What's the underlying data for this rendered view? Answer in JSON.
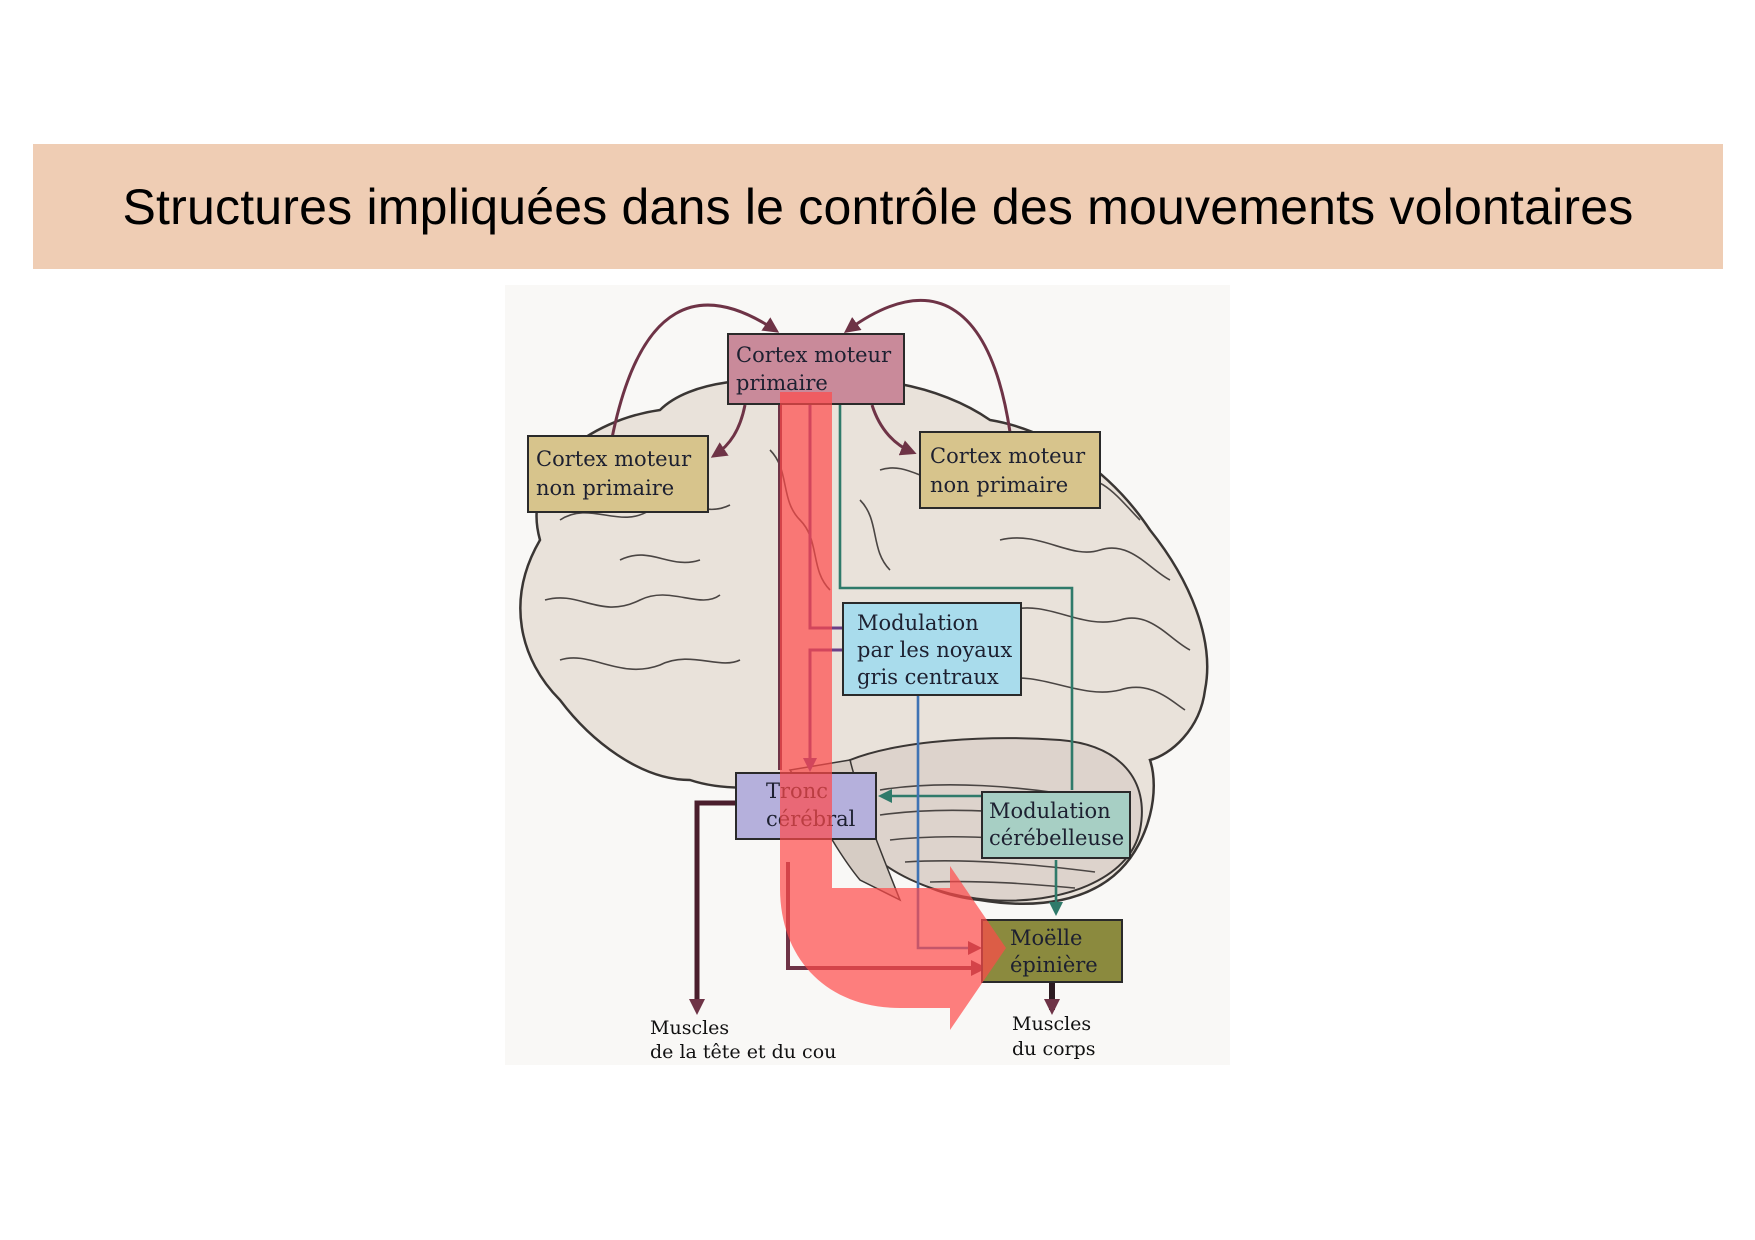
{
  "title": "Structures impliquées dans le contrôle des mouvements volontaires",
  "boxes": {
    "primary_motor_cortex": {
      "lines": [
        "Cortex moteur",
        "primaire"
      ],
      "color": "#c98a9a"
    },
    "nonprimary_left": {
      "lines": [
        "Cortex moteur",
        "non primaire"
      ],
      "color": "#d7c48c"
    },
    "nonprimary_right": {
      "lines": [
        "Cortex moteur",
        "non primaire"
      ],
      "color": "#d7c48c"
    },
    "basal_ganglia": {
      "lines": [
        "Modulation",
        "par les noyaux",
        "gris centraux"
      ],
      "color": "#a9dcec"
    },
    "brainstem": {
      "lines": [
        "Tronc",
        "cérébral"
      ],
      "color": "#b5b0dc"
    },
    "cerebellum": {
      "lines": [
        "Modulation",
        "cérébelleuse"
      ],
      "color": "#a7cfc4"
    },
    "spinal_cord": {
      "lines": [
        "Moëlle",
        "épinière"
      ],
      "color": "#8b8a3e"
    }
  },
  "outputs": {
    "head_neck": [
      "Muscles",
      "de la tête et du cou"
    ],
    "body": [
      "Muscles",
      "du corps"
    ]
  },
  "colors": {
    "main_pathway": "#ff4a4a",
    "cortical_arrows": "#6e3346",
    "basal_ganglia_arrows": "#6a3f86",
    "cerebellar_arrows": "#2f7a6a",
    "basal_ganglia_to_cord": "#3f73b4"
  }
}
